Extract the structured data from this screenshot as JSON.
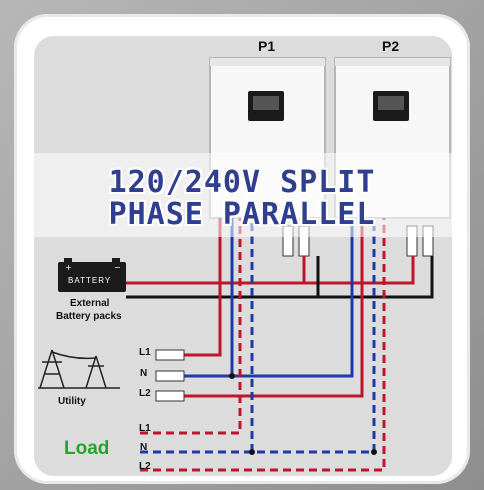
{
  "title": {
    "line1": "120/240V SPLIT",
    "line2": "PHASE PARALLEL"
  },
  "inverters": [
    {
      "label": "P1"
    },
    {
      "label": "P2"
    }
  ],
  "battery": {
    "label": "BATTERY",
    "caption_line1": "External",
    "caption_line2": "Battery packs"
  },
  "utility": {
    "caption": "Utility",
    "terminals": [
      "L1",
      "N",
      "L2"
    ]
  },
  "load": {
    "caption": "Load",
    "terminals": [
      "L1",
      "N",
      "L2"
    ]
  },
  "colors": {
    "title_text": "#2f3e8f",
    "wire_red": "#c0142c",
    "wire_blue": "#1f3aa8",
    "wire_black": "#111111",
    "load_text": "#22a52b"
  }
}
